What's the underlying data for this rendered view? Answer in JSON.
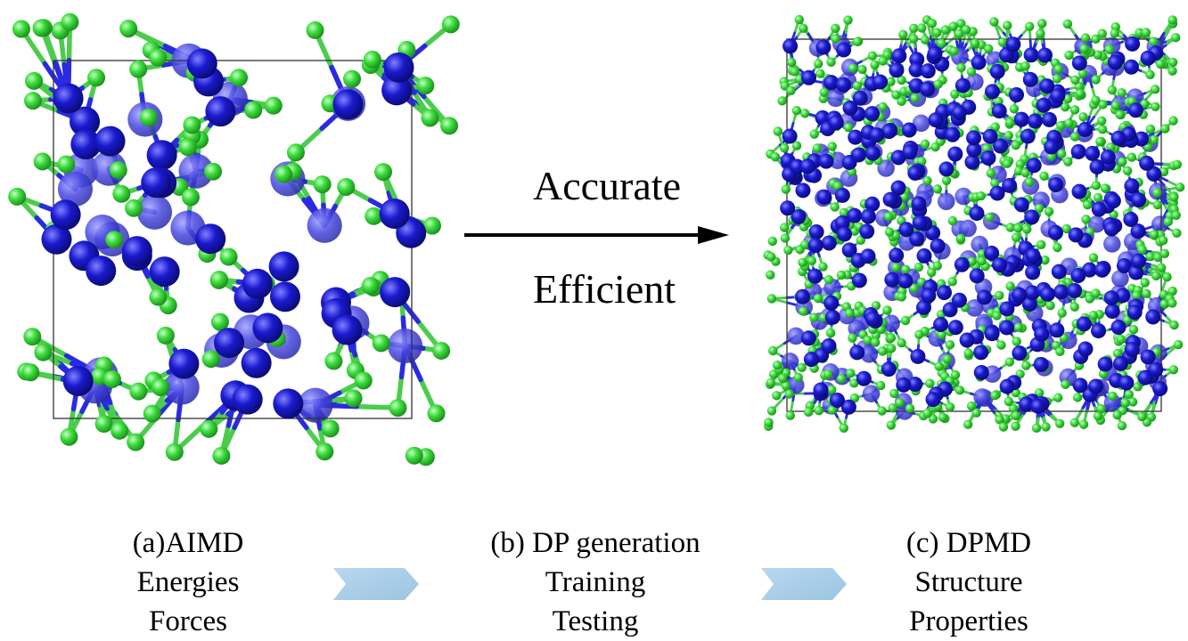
{
  "colors": {
    "atom_blue": "#1a1ad0",
    "atom_blue_faded": "#4848e0",
    "atom_green": "#3cdc3c",
    "bond_green": "#4ccc4c",
    "bond_blue": "#2a2ae0",
    "cell_border": "#333333",
    "process_arrow": "#a8cce6",
    "main_arrow": "#000000"
  },
  "arrow": {
    "top_label": "Accurate",
    "bottom_label": "Efficient"
  },
  "steps": [
    {
      "title": "(a)AIMD",
      "line1": "Energies",
      "line2": "Forces"
    },
    {
      "title": "(b) DP generation",
      "line1": "Training",
      "line2": "Testing"
    },
    {
      "title": "(c) DPMD",
      "line1": "Structure",
      "line2": "Properties"
    }
  ]
}
